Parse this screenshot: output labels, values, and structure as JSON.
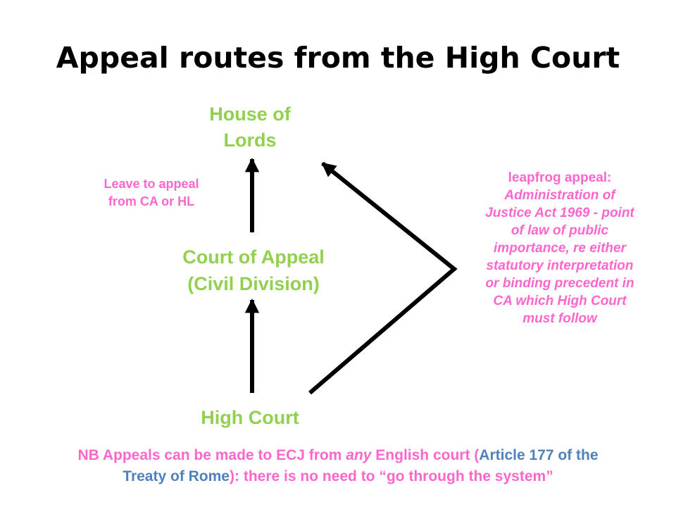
{
  "title": "Appeal routes from the High Court",
  "nodes": {
    "house_of_lords": [
      "House of",
      "Lords"
    ],
    "court_of_appeal": [
      "Court of Appeal",
      "(Civil Division)"
    ],
    "high_court": "High Court"
  },
  "leave_note": [
    "Leave to appeal",
    "from CA or HL"
  ],
  "leapfrog": {
    "heading": "leapfrog appeal:",
    "lines": [
      "Administration of",
      "Justice Act 1969 - point",
      "of law of public",
      "importance, re either",
      "statutory interpretation",
      "or  binding precedent in",
      "CA which High Court",
      "must follow"
    ]
  },
  "nb_note": {
    "part1": "NB  Appeals can be made to ECJ from ",
    "emphasis": "any",
    "part2": " English court (",
    "article": "Article 177 of the",
    "treaty": "Treaty of Rome",
    "part3": "):  there is no need to “go through the system”"
  },
  "colors": {
    "court_nodes": "#92d050",
    "notes": "#ff66cc",
    "reference": "#4f81bd",
    "arrows": "#000000"
  }
}
